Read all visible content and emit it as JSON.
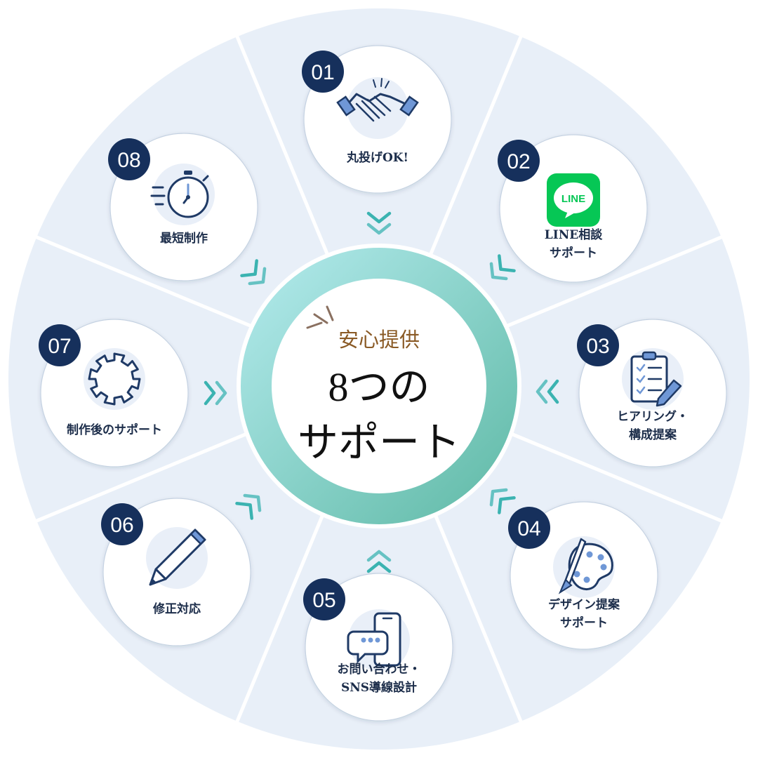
{
  "center": {
    "eyebrow": "安心提供",
    "title_line1": "8つの",
    "title_line2": "サポート"
  },
  "colors": {
    "outer_disc": "#e8eff8",
    "divider": "#ffffff",
    "badge": "#16305c",
    "label": "#1c2d4a",
    "eyebrow": "#8a5a25",
    "ring_start": "#b6ecef",
    "ring_end": "#5db8a4",
    "chevron": "#3bb3b1",
    "icon_bg": "#e9eff8",
    "icon_stroke": "#1f3a66",
    "icon_fill": "#6f97d6",
    "line_green": "#06c755"
  },
  "items": [
    {
      "number": "01",
      "label_lines": [
        "丸投げOK!"
      ],
      "icon": "handshake-icon"
    },
    {
      "number": "02",
      "label_lines": [
        "LINE相談",
        "サポート"
      ],
      "icon": "line-app-icon",
      "icon_text": "LINE"
    },
    {
      "number": "03",
      "label_lines": [
        "ヒアリング・",
        "構成提案"
      ],
      "icon": "clipboard-checklist-icon"
    },
    {
      "number": "04",
      "label_lines": [
        "デザイン提案",
        "サポート"
      ],
      "icon": "paint-palette-icon"
    },
    {
      "number": "05",
      "label_lines": [
        "お問い合わせ・",
        "SNS導線設計"
      ],
      "icon": "smartphone-chat-icon"
    },
    {
      "number": "06",
      "label_lines": [
        "修正対応"
      ],
      "icon": "pencil-icon"
    },
    {
      "number": "07",
      "label_lines": [
        "制作後のサポート"
      ],
      "icon": "gear-icon"
    },
    {
      "number": "08",
      "label_lines": [
        "最短制作"
      ],
      "icon": "stopwatch-icon"
    }
  ]
}
